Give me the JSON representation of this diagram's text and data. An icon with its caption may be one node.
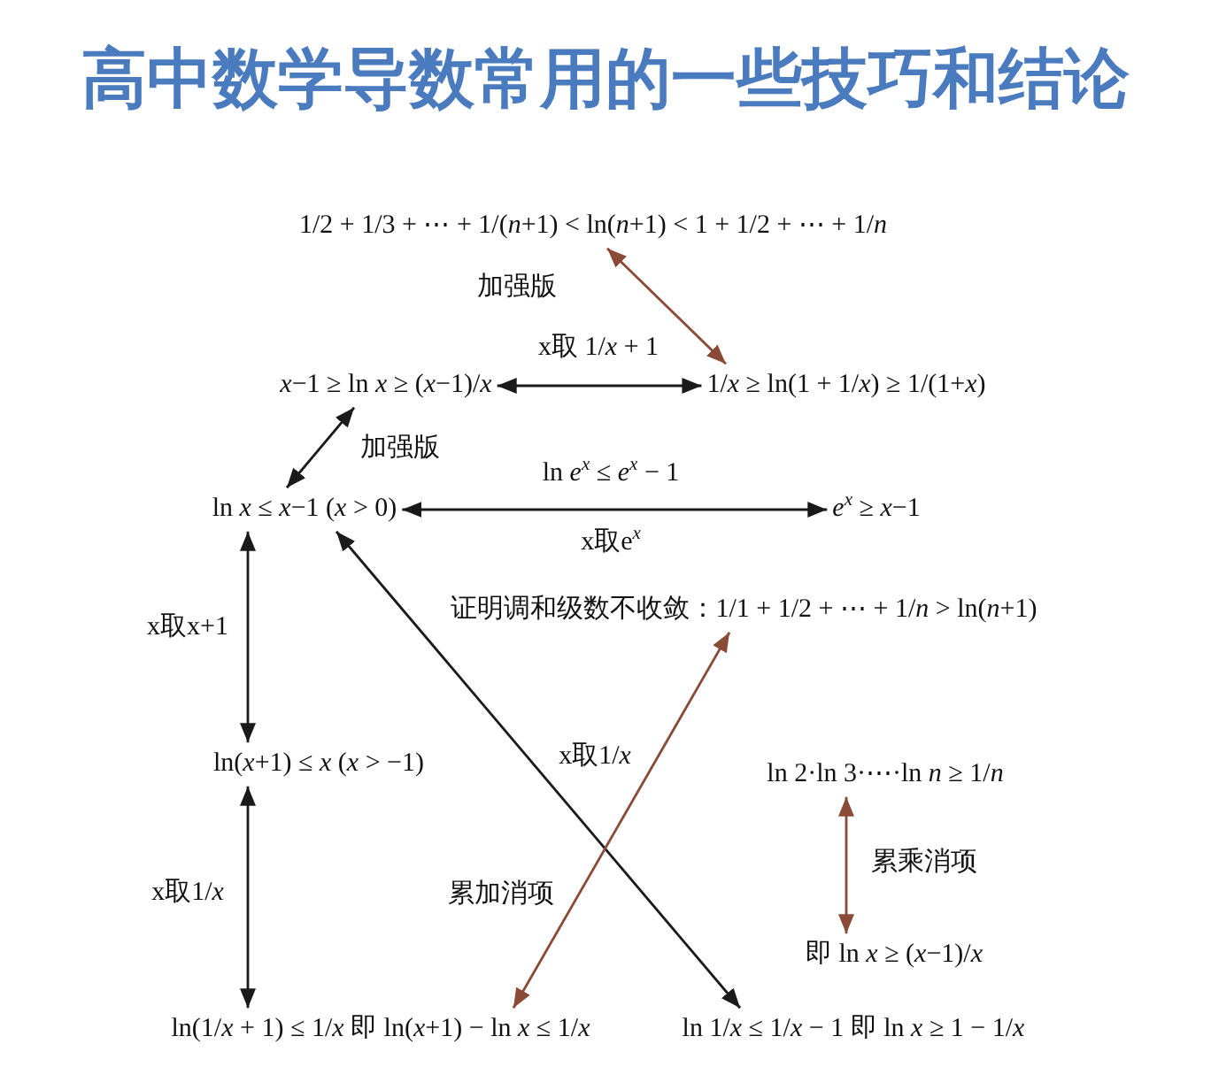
{
  "diagram": {
    "title": "高中数学导数常用的一些技巧和结论",
    "nodes": [
      {
        "text": [
          "1/2 + 1/3 + ⋯ + 1/(*n*+1) < ln(*n*+1) < 1 + 1/2 + ⋯ + 1/*n*"
        ]
      },
      {
        "text": [
          "*x*−1 ≥ ln *x* ≥ (*x*−1)/*x*"
        ]
      },
      {
        "text": [
          "1/*x* ≥ ln(1 + 1/*x*) ≥ 1/(1+*x*)"
        ]
      },
      {
        "text": [
          "ln *x* ≤ *x*−1 (*x* > 0)"
        ]
      },
      {
        "text": [
          "*e*$^{x}$ ≥ *x*−1"
        ]
      },
      {
        "text": [
          "证明调和级数不收敛：1/1 + 1/2 + ⋯ + 1/*n* > ln(*n*+1)"
        ]
      },
      {
        "text": [
          "ln(*x*+1) ≤ *x* (*x* > −1)"
        ]
      },
      {
        "text": [
          "ln 2·ln 3·⋯·ln *n* ≥ 1/*n*"
        ]
      },
      {
        "text": [
          "即 ln *x* ≥ (*x*−1)/*x*"
        ]
      },
      {
        "text": [
          "ln(1/*x* + 1) ≤ 1/*x* 即 ln(*x*+1) − ln *x* ≤ 1/*x*"
        ]
      },
      {
        "text": [
          "ln 1/*x* ≤ 1/*x* − 1 即 ln *x* ≥ 1 − 1/*x*"
        ]
      }
    ],
    "edges": [
      {
        "from": 2,
        "to": 0,
        "arrow": "both",
        "label": "加强版",
        "color": "#8b4a36"
      },
      {
        "from": 1,
        "to": 2,
        "arrow": "both",
        "label": "x取 1/*x* + 1"
      },
      {
        "from": 3,
        "to": 1,
        "arrow": "both",
        "label": "加强版"
      },
      {
        "from": 3,
        "to": 4,
        "arrow": "both",
        "label": "x取e$^{x}$"
      },
      {
        "from": 3,
        "to": 6,
        "arrow": "both",
        "label": "x取x+1"
      },
      {
        "from": 6,
        "to": 9,
        "arrow": "both",
        "label": "x取1/*x*"
      },
      {
        "from": 3,
        "to": 10,
        "arrow": "both",
        "label": "x取1/*x*"
      },
      {
        "from": 9,
        "to": 5,
        "arrow": "both",
        "label": "累加消项",
        "color": "#8b4a36"
      },
      {
        "from": 7,
        "to": 8,
        "arrow": "both",
        "label": "累乘消项",
        "color": "#8b4a36"
      }
    ],
    "labels": [
      "ln *e*$^{x}$ ≤ *e*$^{x}$ − 1"
    ]
  }
}
